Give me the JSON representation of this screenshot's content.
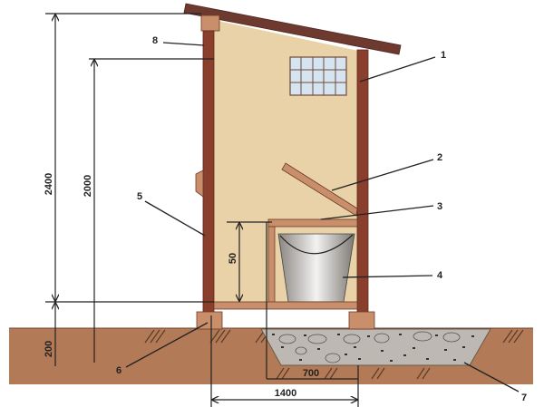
{
  "dimensions": {
    "total_height": "2400",
    "interior_height": "2000",
    "foundation_height": "200",
    "seat_height": "50",
    "base_width": "1400",
    "pit_width": "700"
  },
  "callouts": [
    "1",
    "2",
    "3",
    "4",
    "5",
    "6",
    "7",
    "8"
  ],
  "colors": {
    "ground": "#b27a57",
    "wall": "#e9d2a8",
    "timber": "#8a3f2c",
    "roof": "#6e3a30",
    "pit": "#bdb8b1",
    "window": "#d6e4f2"
  }
}
